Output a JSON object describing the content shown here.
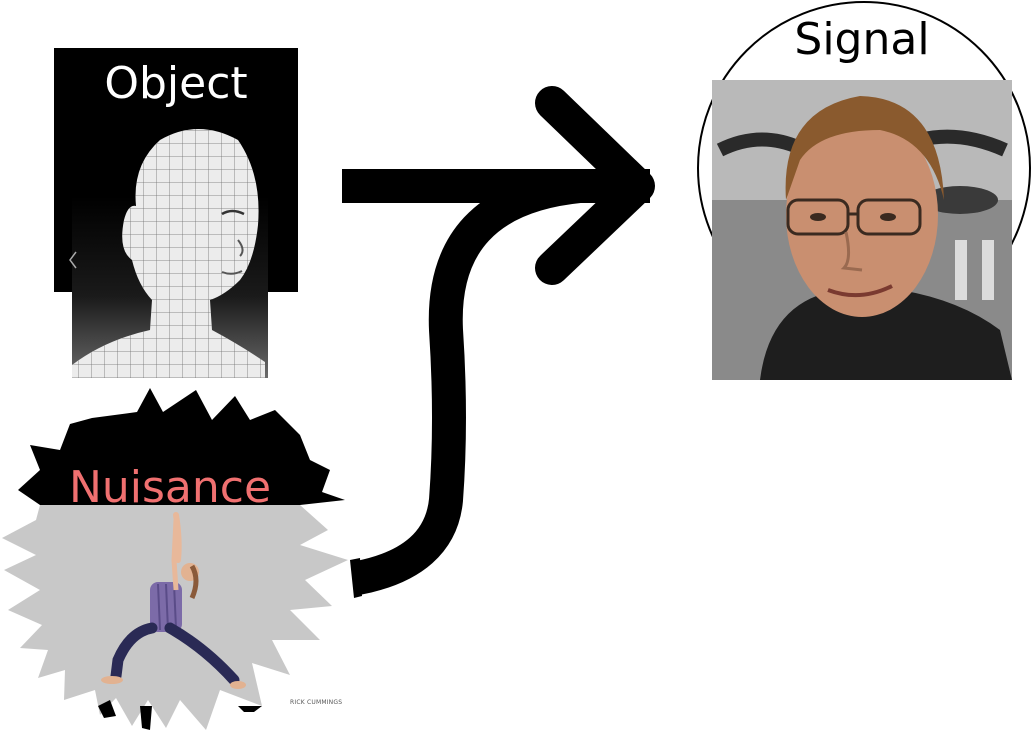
{
  "labels": {
    "object": "Object",
    "signal": "Signal",
    "nuisance": "Nuisance",
    "photo_credit": "RICK CUMMINGS"
  },
  "colors": {
    "nuisance_label": "#f07070",
    "background": "#ffffff",
    "ink": "#000000",
    "starburst_fill": "#c8c8c8"
  },
  "images": {
    "object_image": "wireframe-head-mesh",
    "nuisance_image": "yoga-pose-person",
    "signal_image": "portrait-face-photo"
  }
}
